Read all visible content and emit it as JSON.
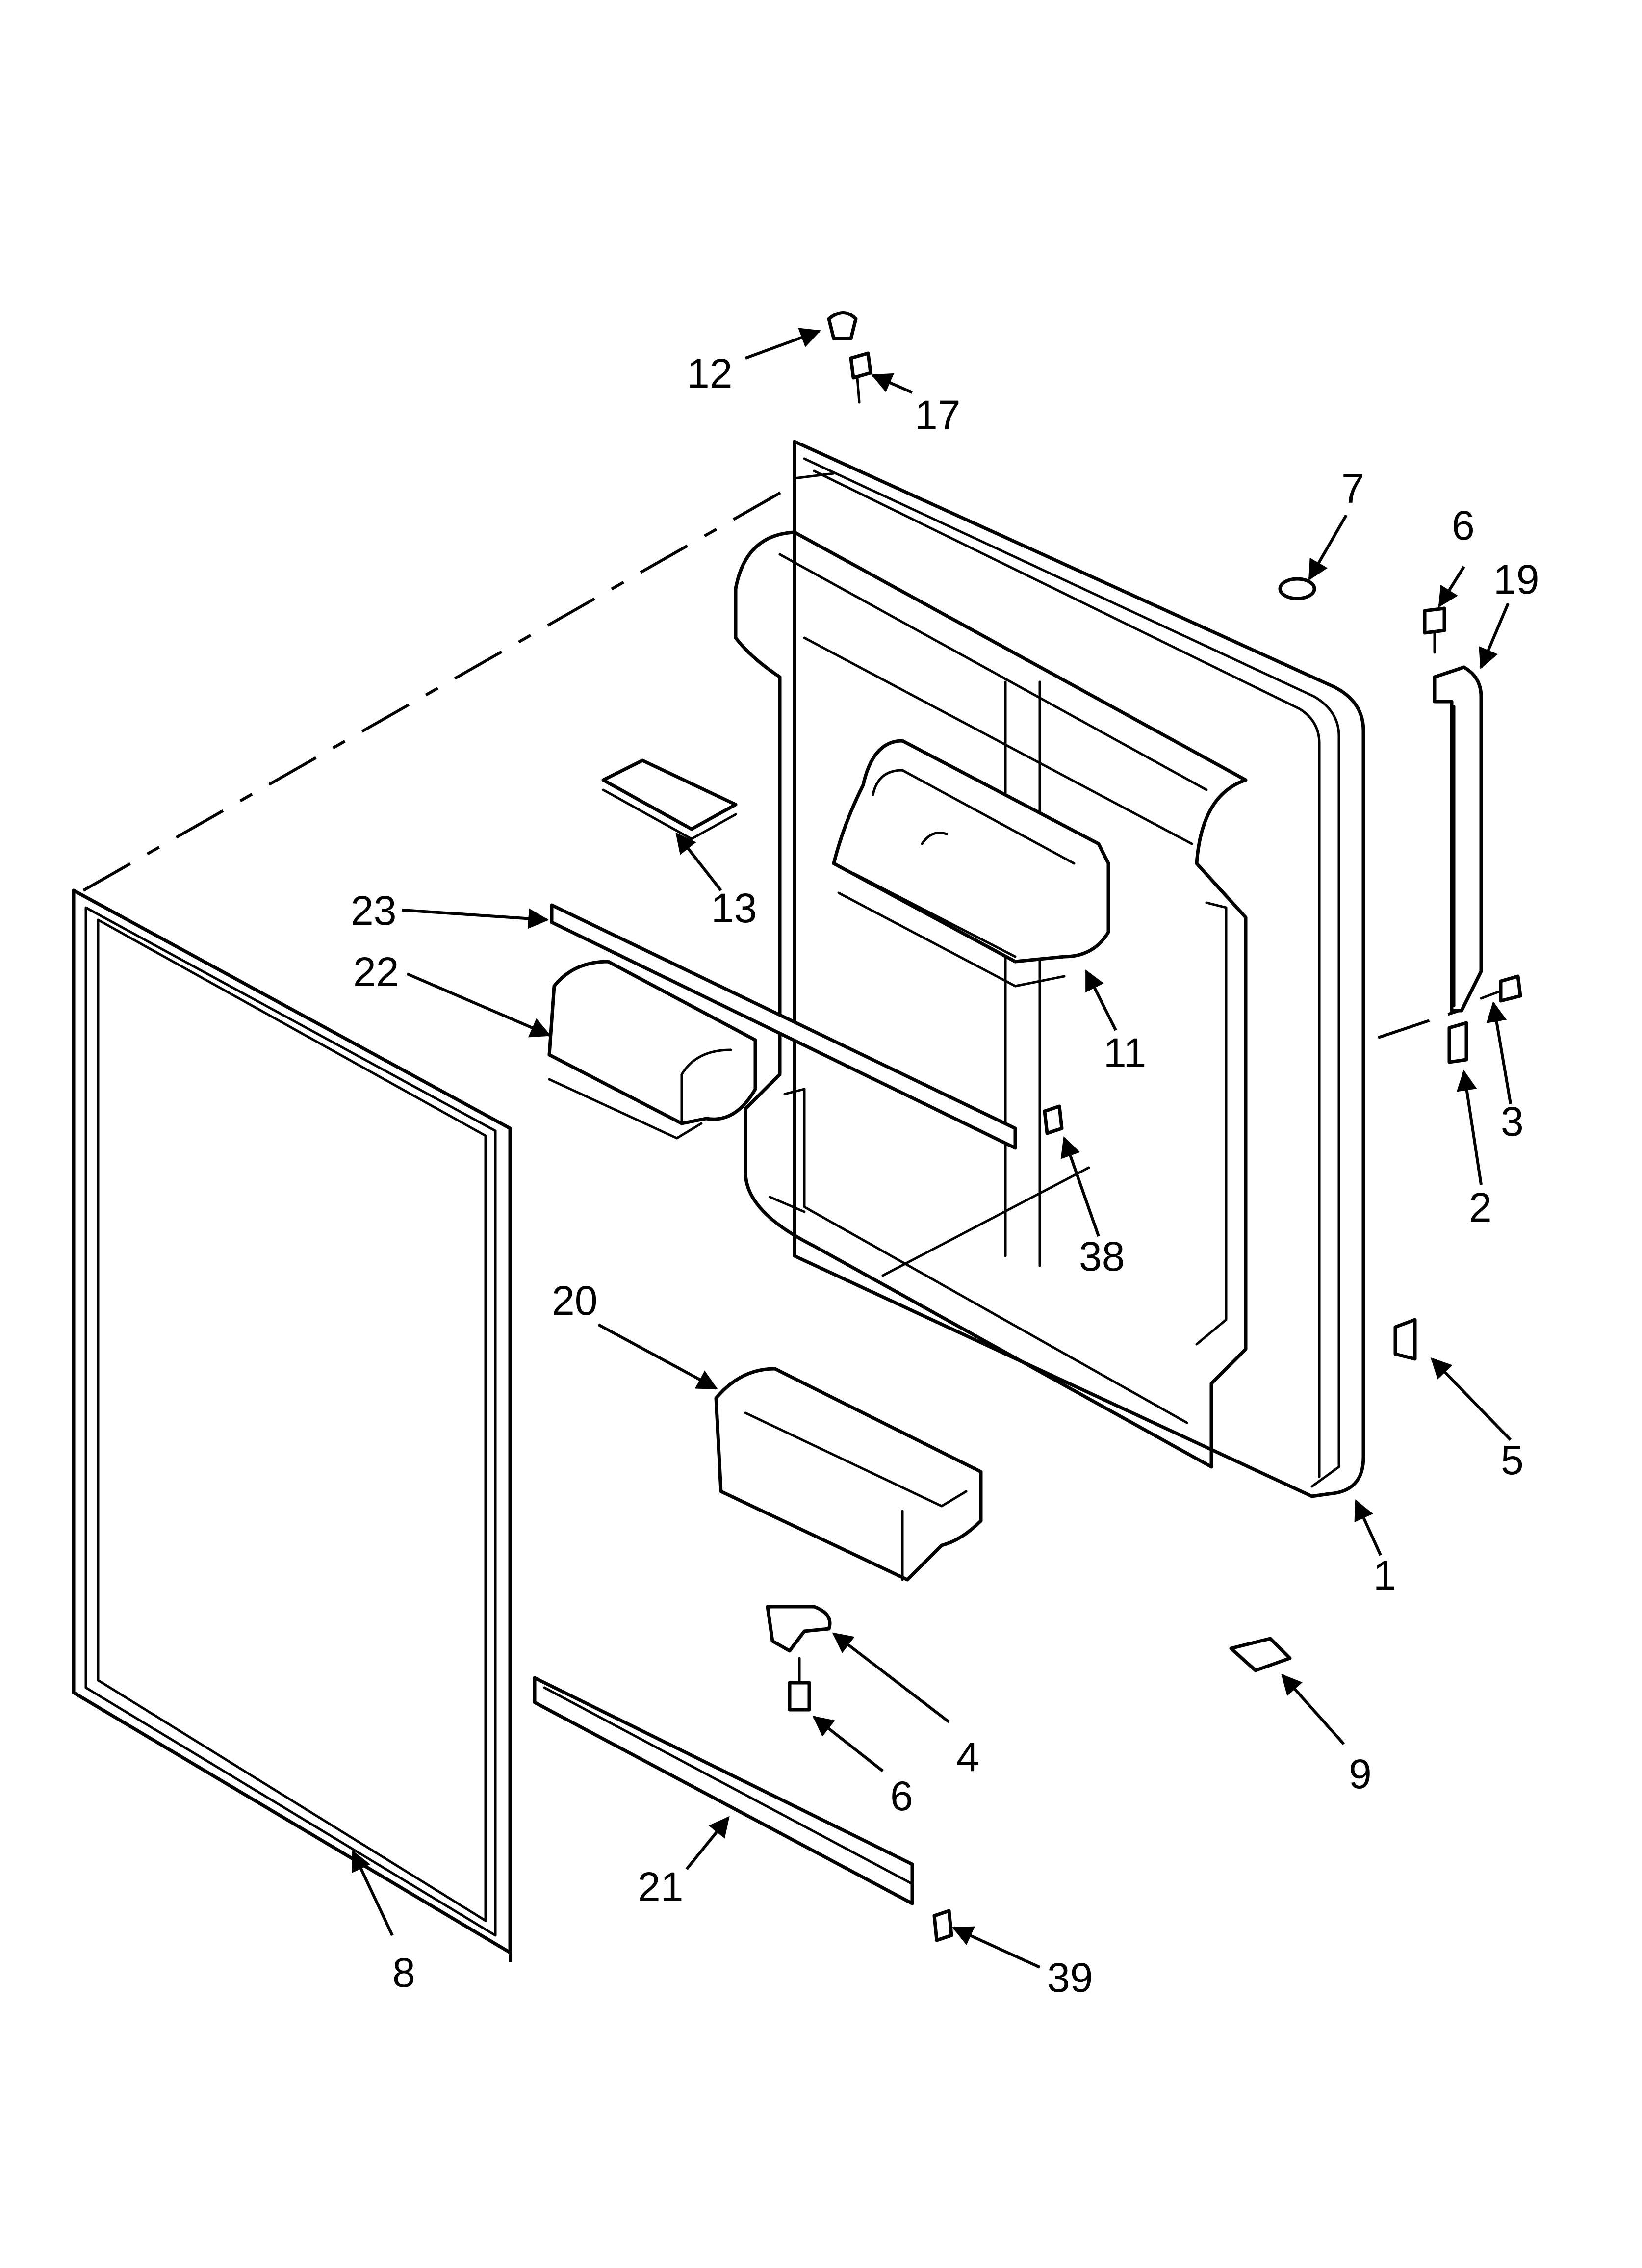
{
  "callouts": {
    "c1": "1",
    "c2": "2",
    "c3": "3",
    "c4": "4",
    "c5": "5",
    "c6_top": "6",
    "c6_bottom": "6",
    "c7": "7",
    "c8": "8",
    "c9": "9",
    "c11": "11",
    "c12": "12",
    "c13": "13",
    "c17": "17",
    "c19": "19",
    "c20": "20",
    "c21": "21",
    "c22": "22",
    "c23": "23",
    "c38": "38",
    "c39": "39"
  }
}
